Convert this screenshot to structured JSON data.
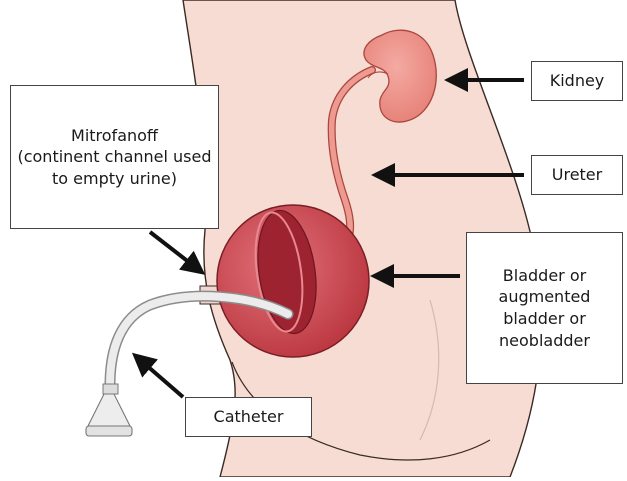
{
  "labels": {
    "mitrofanoff": [
      "Mitrofanoff",
      "(continent channel used",
      "to empty urine)"
    ],
    "kidney": "Kidney",
    "ureter": "Ureter",
    "bladder": [
      "Bladder or",
      "augmented",
      "bladder or",
      "neobladder"
    ],
    "catheter": "Catheter"
  },
  "colors": {
    "skin": "#f6dcd2",
    "skin_outline": "#3a2a25",
    "kidney": "#ec8f86",
    "bladder": "#c9414a",
    "bladder_inner": "#9e2330",
    "catheter": "#e6e6e6",
    "arrow": "#111111"
  }
}
